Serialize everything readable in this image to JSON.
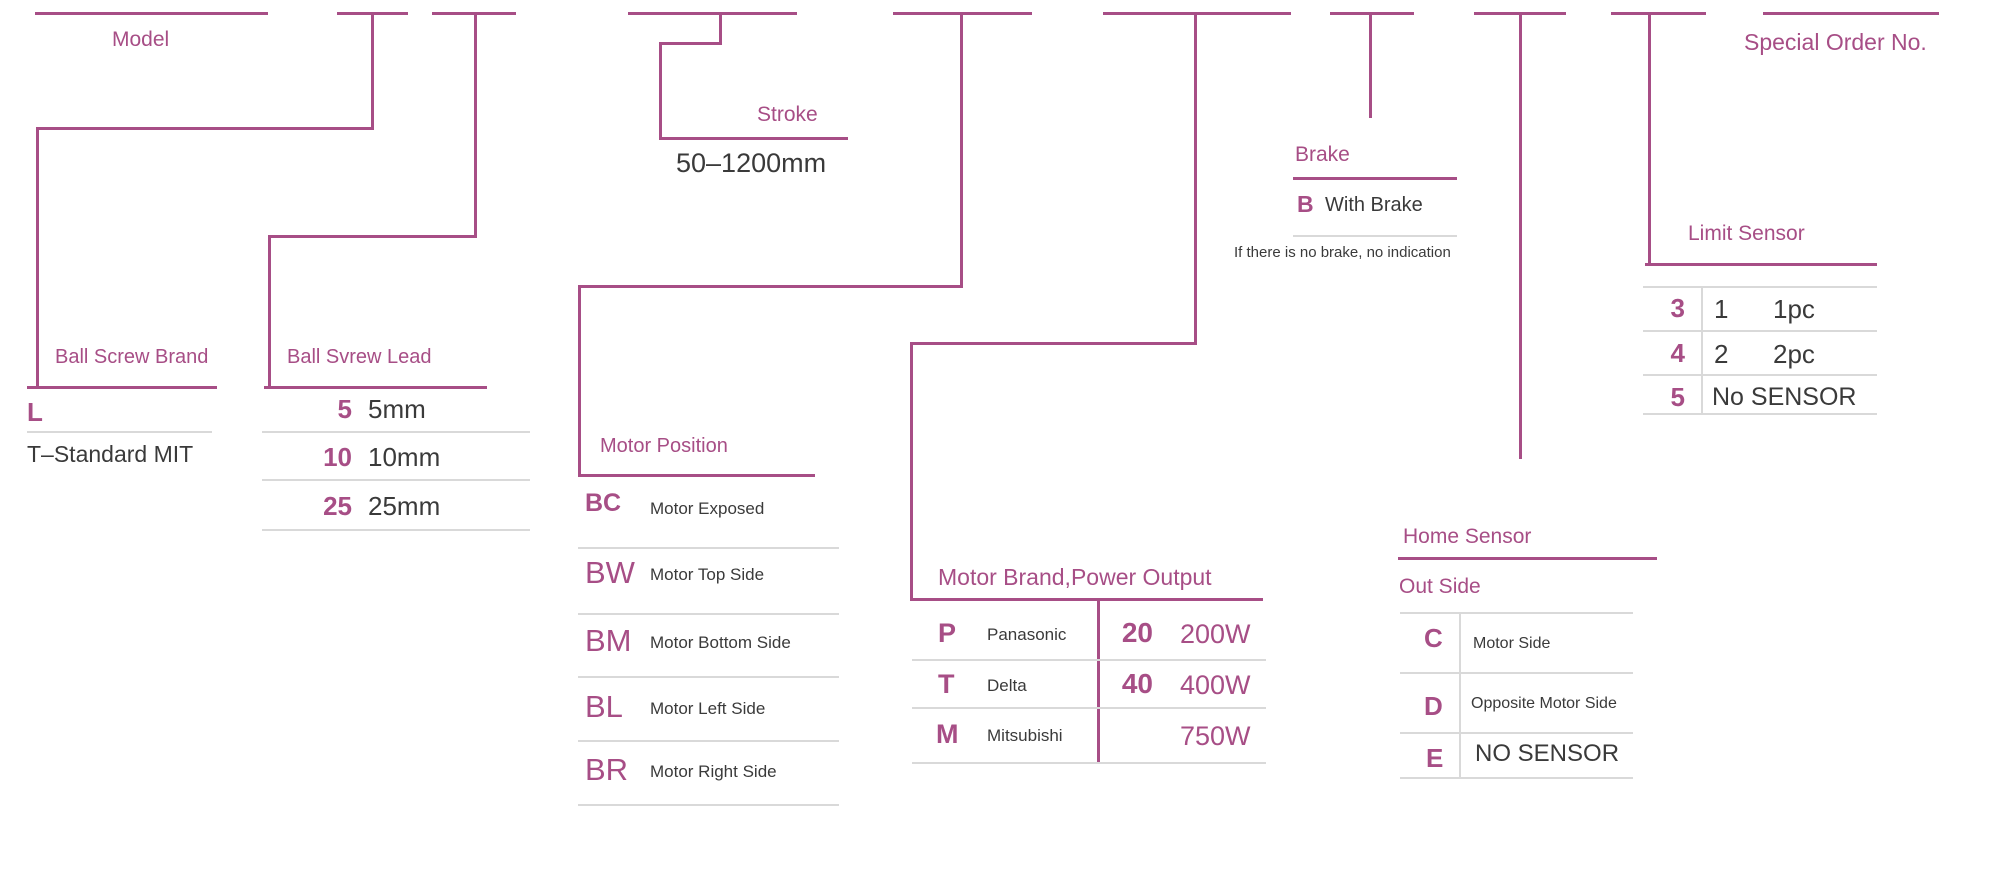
{
  "colors": {
    "accent": "#A74E86",
    "accent_bold": "#A33F7C",
    "text_dark": "#3A3A3A",
    "separator_gray": "#D9D9D9",
    "background": "#FFFFFF"
  },
  "sections": {
    "model": {
      "label": "Model"
    },
    "special_order": {
      "label": "Special Order No."
    },
    "ball_screw_brand": {
      "label": "Ball Screw Brand",
      "code": "L",
      "desc": "T–Standard MIT"
    },
    "ball_screw_lead": {
      "label": "Ball Svrew Lead",
      "rows": [
        {
          "code": "5",
          "value": "5mm"
        },
        {
          "code": "10",
          "value": "10mm"
        },
        {
          "code": "25",
          "value": "25mm"
        }
      ]
    },
    "stroke": {
      "label": "Stroke",
      "range": "50–1200mm"
    },
    "motor_position": {
      "label": "Motor Position",
      "rows": [
        {
          "code": "BC",
          "desc": "Motor Exposed"
        },
        {
          "code": "BW",
          "desc": "Motor Top Side"
        },
        {
          "code": "BM",
          "desc": "Motor Bottom Side"
        },
        {
          "code": "BL",
          "desc": "Motor Left Side"
        },
        {
          "code": "BR",
          "desc": "Motor Right Side"
        }
      ]
    },
    "motor_brand_power": {
      "label": "Motor Brand,Power Output",
      "rows": [
        {
          "brand_code": "P",
          "brand": "Panasonic",
          "power_code": "20",
          "power": "200W"
        },
        {
          "brand_code": "T",
          "brand": "Delta",
          "power_code": "40",
          "power": "400W"
        },
        {
          "brand_code": "M",
          "brand": "Mitsubishi",
          "power_code": "",
          "power": "750W"
        }
      ]
    },
    "brake": {
      "label": "Brake",
      "code": "B",
      "desc": "With Brake",
      "note": "If there is no brake, no indication"
    },
    "home_sensor": {
      "label": "Home Sensor",
      "sublabel": "Out Side",
      "rows": [
        {
          "code": "C",
          "desc": "Motor Side"
        },
        {
          "code": "D",
          "desc": "Opposite Motor Side"
        },
        {
          "code": "E",
          "desc": "NO SENSOR"
        }
      ]
    },
    "limit_sensor": {
      "label": "Limit Sensor",
      "rows": [
        {
          "code": "3",
          "qty": "1",
          "desc": "1pc"
        },
        {
          "code": "4",
          "qty": "2",
          "desc": "2pc"
        },
        {
          "code": "5",
          "qty": "",
          "desc": "No SENSOR"
        }
      ]
    }
  }
}
